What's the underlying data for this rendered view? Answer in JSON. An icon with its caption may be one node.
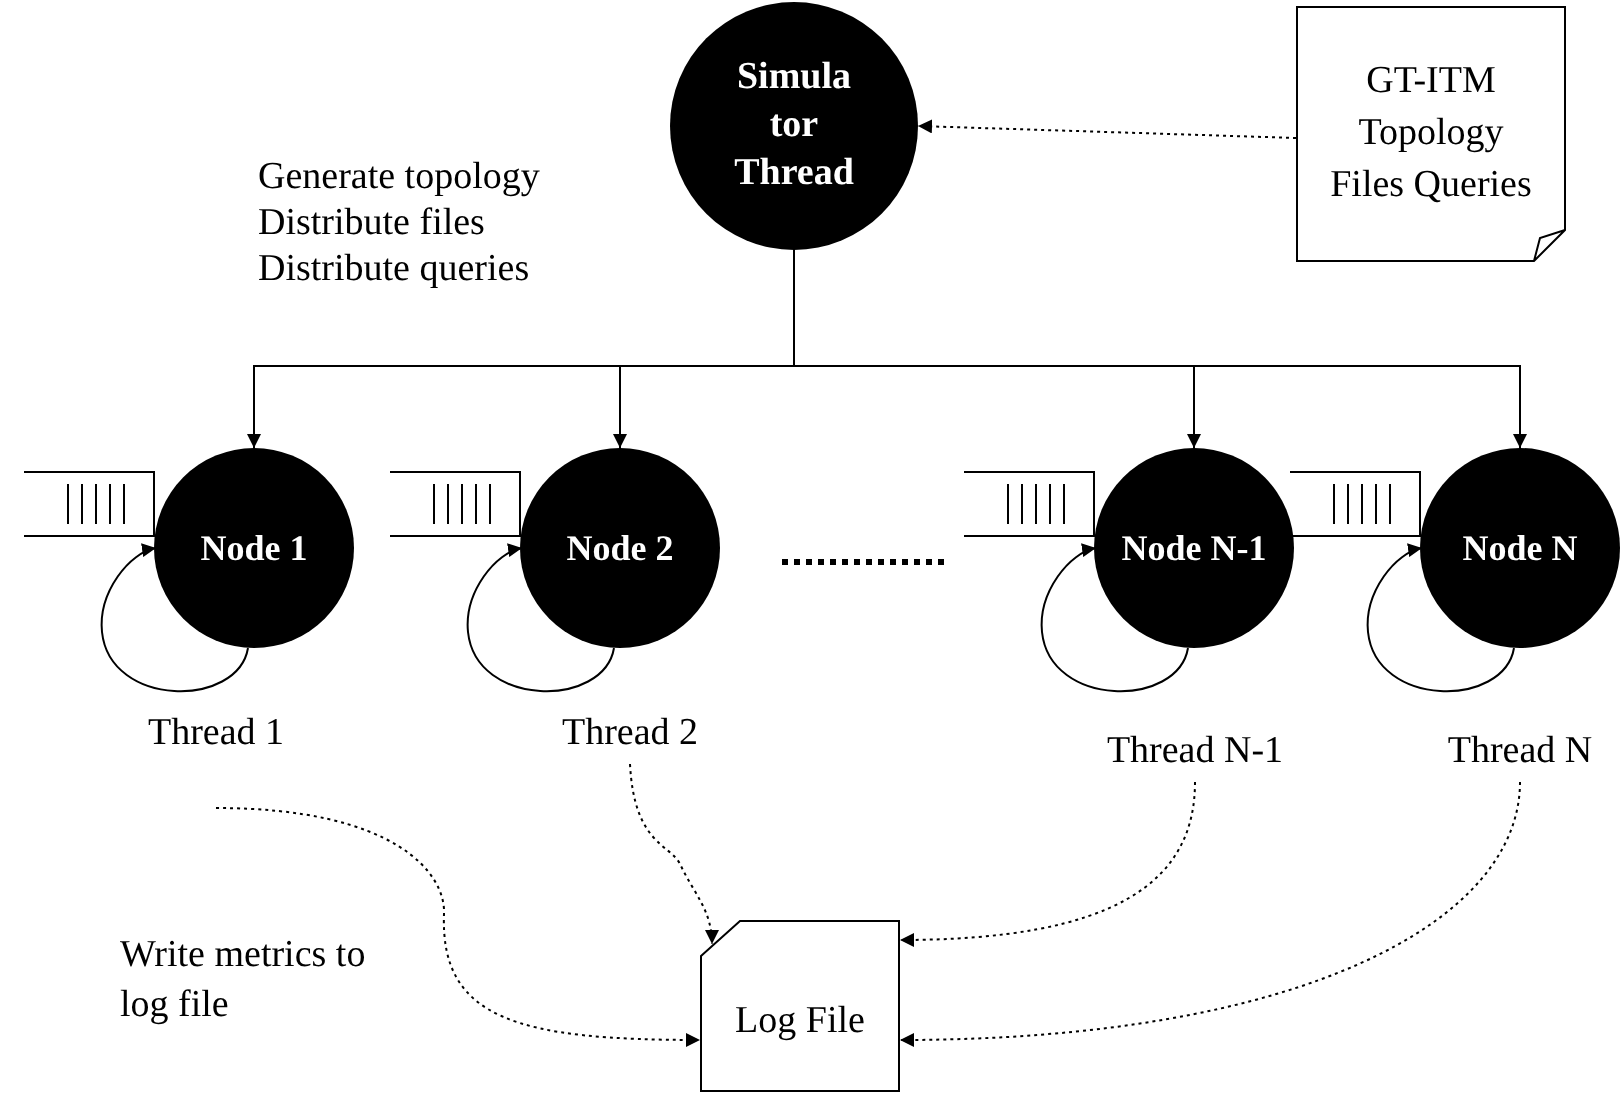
{
  "diagram": {
    "nodes": [
      {
        "text": [
          "Simula tor Thread"
        ]
      },
      {
        "text": [
          "GT-ITM Topology Files Queries"
        ]
      },
      {
        "text": [
          "Node 1"
        ]
      },
      {
        "text": [
          "Node 2"
        ]
      },
      {
        "text": [
          "Node N-1"
        ]
      },
      {
        "text": [
          "Node N"
        ]
      },
      {
        "text": [
          "Thread 1"
        ]
      },
      {
        "text": [
          "Thread 2"
        ]
      },
      {
        "text": [
          "Thread N-1"
        ]
      },
      {
        "text": [
          "Thread N"
        ]
      },
      {
        "text": [
          "Log File"
        ]
      }
    ],
    "edges": [
      {
        "from": 1,
        "to": 0,
        "arrow": "to",
        "style": "dashed"
      },
      {
        "from": 0,
        "to": 2,
        "arrow": "to"
      },
      {
        "from": 0,
        "to": 3,
        "arrow": "to"
      },
      {
        "from": 0,
        "to": 4,
        "arrow": "to"
      },
      {
        "from": 0,
        "to": 5,
        "arrow": "to"
      },
      {
        "from": 2,
        "to": 2,
        "arrow": "to"
      },
      {
        "from": 3,
        "to": 3,
        "arrow": "to"
      },
      {
        "from": 4,
        "to": 4,
        "arrow": "to"
      },
      {
        "from": 5,
        "to": 5,
        "arrow": "to"
      },
      {
        "from": 6,
        "to": 10,
        "arrow": "to",
        "style": "dashed"
      },
      {
        "from": 7,
        "to": 10,
        "arrow": "to",
        "style": "dashed"
      },
      {
        "from": 8,
        "to": 10,
        "arrow": "to",
        "style": "dashed"
      },
      {
        "from": 9,
        "to": 10,
        "arrow": "to",
        "style": "dashed"
      }
    ],
    "labels": [
      "Generate topology",
      "Distribute files",
      "Distribute queries",
      "Write metrics to log file"
    ]
  }
}
